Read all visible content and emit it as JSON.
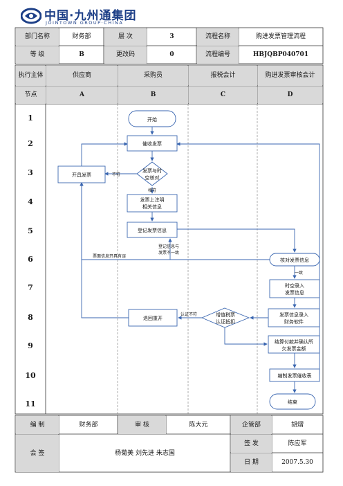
{
  "logo": {
    "cn": "中国·九州通集团",
    "en": "JOINTOWN GROUP·CHINA"
  },
  "header": {
    "dept_label": "部门名称",
    "dept_value": "财务部",
    "level_label": "层 次",
    "level_value": "3",
    "process_name_label": "流程名称",
    "process_name_value": "购进发票管理流程",
    "grade_label": "等 级",
    "grade_value": "B",
    "change_label": "更改码",
    "change_value": "0",
    "process_no_label": "流程编号",
    "process_no_value": "HBJQBP040701"
  },
  "columns": {
    "exec_label": "执行主体",
    "node_label": "节点",
    "items": [
      {
        "name": "供应商",
        "node": "A"
      },
      {
        "name": "采购员",
        "node": "B"
      },
      {
        "name": "报税会计",
        "node": "C"
      },
      {
        "name": "购进发票审核会计",
        "node": "D"
      }
    ]
  },
  "steps": [
    "1",
    "2",
    "3",
    "4",
    "5",
    "6",
    "7",
    "8",
    "9",
    "10",
    "11"
  ],
  "flow": {
    "start": "开始",
    "urge": "催收发票",
    "check_diamond_l1": "发票与时",
    "check_diamond_l2": "空核对",
    "issue": "开具发票",
    "not_match": "不符",
    "match": "相符",
    "note_l1": "发票上注明",
    "note_l2": "相关信息",
    "register": "登记发票信息",
    "reg_note_l1": "登记信息与",
    "reg_note_l2": "发票不一致",
    "wrong_info": "票面信息开具有误",
    "verify": "核对发票信息",
    "consistent": "一致",
    "entry_l1": "时空录入",
    "entry_l2": "发票信息",
    "entry2_l1": "发票信息录入",
    "entry2_l2": "财务软件",
    "vat_l1": "增值税票",
    "vat_l2": "认证抵扣",
    "auth_fail": "认证不符",
    "return": "退回重开",
    "settle_l1": "结算付款并确认所",
    "settle_l2": "欠发票金额",
    "report": "编制发票催收表",
    "end": "结束"
  },
  "footer": {
    "prepare_label": "编 制",
    "prepare_value": "财务部",
    "review_label": "审 核",
    "review_value": "陈大元",
    "manager_label": "企管部",
    "manager_value": "胡熠",
    "sign_label": "会 签",
    "sign_value": "杨菊美 刘先进 朱志国",
    "issue_label": "签 发",
    "issue_value": "陈应军",
    "date_label": "日 期",
    "date_value": "2007.5.30"
  }
}
